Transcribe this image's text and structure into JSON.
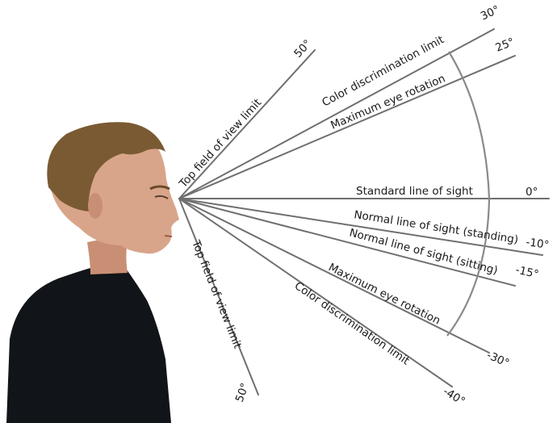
{
  "labels": {
    "top_field_upper": "Top field of view limit",
    "color_limit_upper": "Color discrimination limit",
    "max_eye_rotation_upper": "Maximum eye rotation",
    "standard_line": "Standard line of sight",
    "normal_standing": "Normal line of sight (standing)",
    "normal_sitting": "Normal line of sight (sitting)",
    "max_eye_rotation_lower": "Maximum eye rotation",
    "color_limit_lower": "Color discrimination limit",
    "top_field_lower": "Top field of view limit"
  },
  "degrees": {
    "top_50": "50°",
    "up_30": "30°",
    "up_25": "25°",
    "zero": "0°",
    "minus_10": "-10°",
    "minus_15": "-15°",
    "minus_30": "-30°",
    "minus_40": "-40°",
    "bottom_50": "50°"
  },
  "colors": {
    "line": "#6f6f6f",
    "arc": "#8a8a8a",
    "skin": "#d9a58a",
    "hair": "#7a5a33",
    "shirt": "#111418"
  }
}
